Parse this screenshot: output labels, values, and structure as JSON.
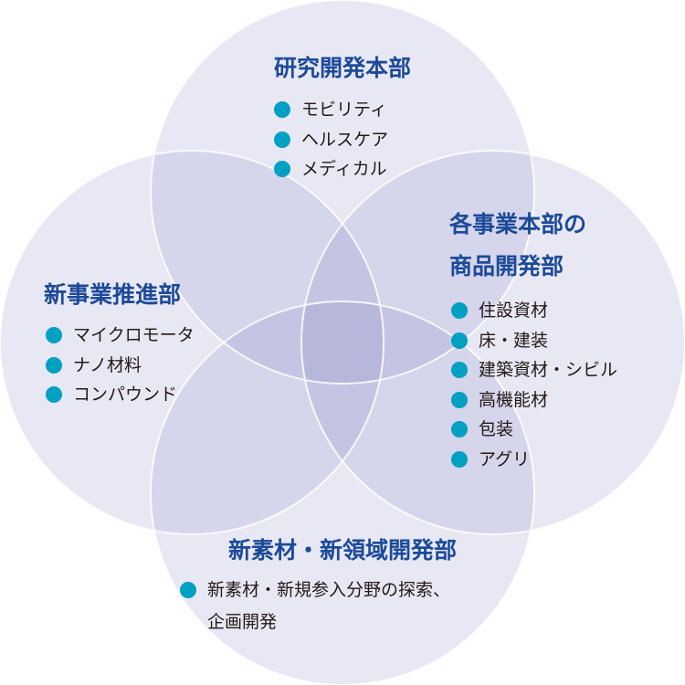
{
  "colors": {
    "fill": "#7878be",
    "stroke": "#ffffff",
    "title": "#1c4a9a",
    "bullet": "#00a0c2",
    "text": "#231815"
  },
  "groups": {
    "top": {
      "title": "研究開発本部",
      "items": [
        "モビリティ",
        "ヘルスケア",
        "メディカル"
      ]
    },
    "right": {
      "title_lines": [
        "各事業本部の",
        "商品開発部"
      ],
      "items": [
        "住設資材",
        "床・建装",
        "建築資材・シビル",
        "高機能材",
        "包装",
        "アグリ"
      ]
    },
    "left": {
      "title": "新事業推進部",
      "items": [
        "マイクロモータ",
        "ナノ材料",
        "コンパウンド"
      ]
    },
    "bottom": {
      "title": "新素材・新領域開発部",
      "items": [
        "新素材・新規参入分野の探索、",
        "企画開発"
      ]
    }
  }
}
